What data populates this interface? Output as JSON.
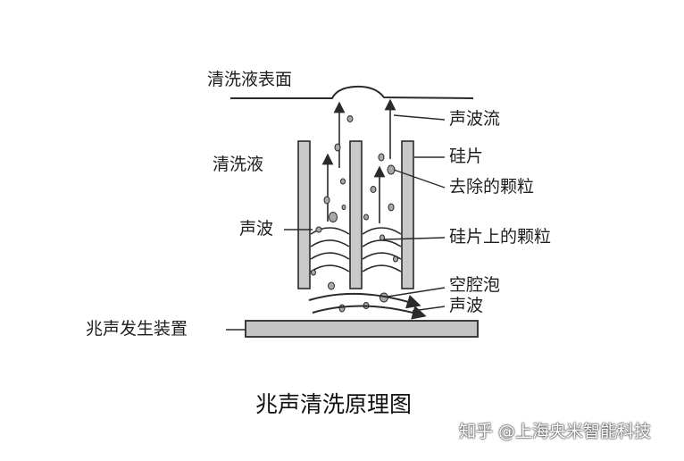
{
  "labels": {
    "liquid_surface": "清洗液表面",
    "acoustic_stream": "声波流",
    "cleaning_liquid": "清洗液",
    "wafer": "硅片",
    "removed_particles": "去除的颗粒",
    "sound_wave_left": "声波",
    "particles_on_wafer": "硅片上的颗粒",
    "cavitation_bubble": "空腔泡",
    "sound_wave_bottom": "声波",
    "generator": "兆声发生装置"
  },
  "caption": "兆声清洗原理图",
  "watermark": "知乎 @上海央米智能科技",
  "colors": {
    "line": "#2a2a2a",
    "transducer_fill": "#c4c4c4",
    "wafer_fill": "#c9c9c9",
    "particle_fill": "#a8a8a8",
    "text": "#1e1e1e"
  }
}
